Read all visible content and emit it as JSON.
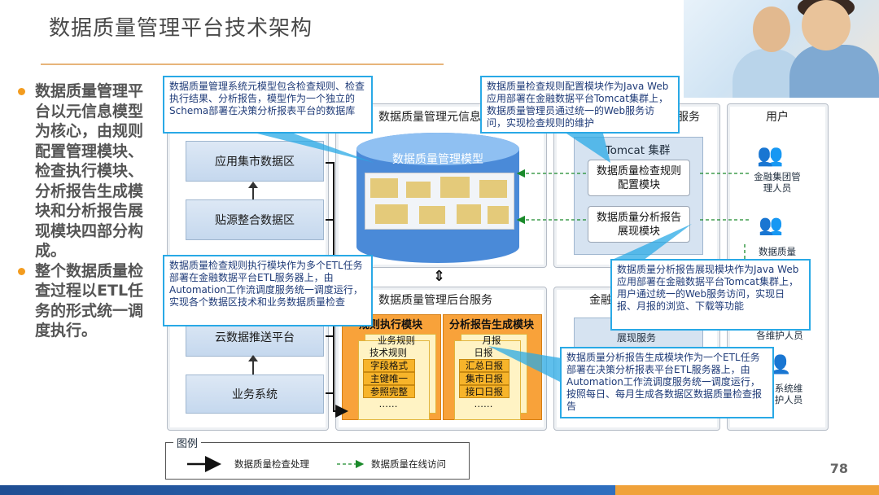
{
  "title": "数据质量管理平台技术架构",
  "bullets": [
    "数据质量管理平台以元信息模型为核心，由规则配置管理模块、检查执行模块、分析报告生成模块和分析报告展现模块四部分构成。",
    "整个数据质量检查过程以ETL任务的形式统一调度执行。"
  ],
  "zones": {
    "market": "应用集市数据区",
    "source": "贴源整合数据区",
    "cloud": "云数据推送平台",
    "business": "业务系统"
  },
  "meta": {
    "panel_title": "数据质量管理元信息",
    "db_label": "数据质量管理模型"
  },
  "backend": {
    "panel_title": "数据质量管理后台服务",
    "exec_title": "规则执行模块",
    "exec_items": [
      "业务规则",
      "技术规则",
      "字段格式",
      "主键唯一",
      "参照完整",
      "……"
    ],
    "report_title": "分析报告生成模块",
    "report_items": [
      "月报",
      "日报",
      "汇总日报",
      "集市日报",
      "接口日报",
      "……"
    ]
  },
  "web": {
    "panel_title_suffix": "服务",
    "cluster": "Tomcat 集群",
    "config_module": "数据质量检查规则配置模块",
    "report_module": "数据质量分析报告展现模块"
  },
  "finance": {
    "title_prefix": "金融",
    "service": "展现服务"
  },
  "users": {
    "panel_title": "用户",
    "groups": [
      "金融集团管理人员",
      "数据质量",
      "各维护人员",
      "系统维护人员"
    ]
  },
  "callouts": {
    "c1": "数据质量管理系统元模型包含检查规则、检查执行结果、分析报告，模型作为一个独立的Schema部署在决策分析报表平台的数据库",
    "c2": "数据质量检查规则配置模块作为Java Web应用部署在金融数据平台Tomcat集群上，数据质量管理员通过统一的Web服务访问，实现检查规则的维护",
    "c3": "数据质量检查规则执行模块作为多个ETL任务部署在金融数据平台ETL服务器上，由Automation工作流调度服务统一调度运行，实现各个数据区技术和业务数据质量检查",
    "c4": "数据质量分析报告展现模块作为Java Web应用部署在金融数据平台Tomcat集群上，用户通过统一的Web服务访问，实现日报、月报的浏览、下载等功能",
    "c5": "数据质量分析报告生成模块作为一个ETL任务部署在决策分析报表平台ETL服务器上，由Automation工作流调度服务统一调度运行，按照每日、每月生成各数据区数据质量检查报告"
  },
  "legend": {
    "title": "图例",
    "solid": "数据质量检查处理",
    "dashed": "数据质量在线访问"
  },
  "page_number": "78",
  "colors": {
    "accent": "#f39c1f",
    "callout_border": "#29a9e6",
    "module_orange": "#f8a23a",
    "zone_blue": "#c5d8ee"
  }
}
